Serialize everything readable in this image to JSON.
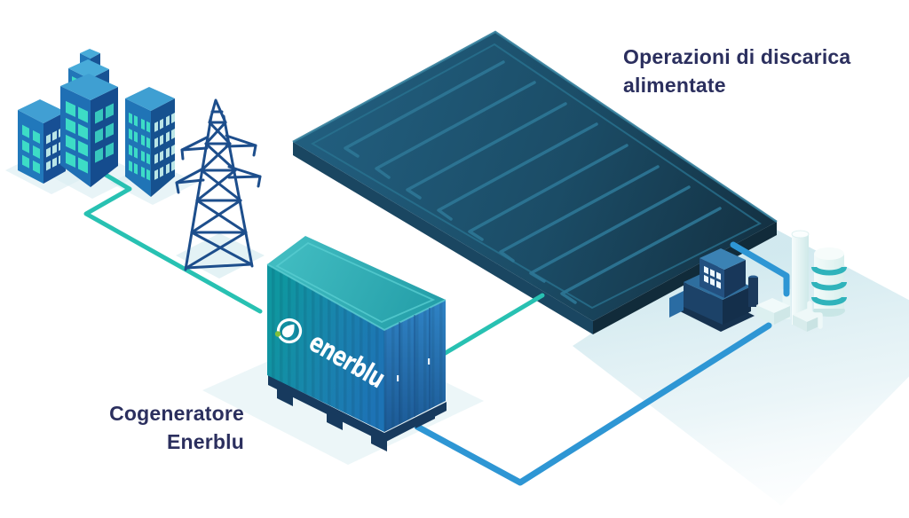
{
  "labels": {
    "landfill_operations": "Operazioni di discarica alimentate",
    "cogenerator": "Cogeneratore Enerblu"
  },
  "container": {
    "brand": "enerblu"
  },
  "colors": {
    "text_navy": "#2b2f5e",
    "line_teal": "#28c1b2",
    "line_blue": "#2e96d4",
    "landfill_dark": "#1d4c66",
    "landfill_groove": "#2e7796",
    "container_teal": "#0f96a0",
    "container_blue": "#1d73b5",
    "container_top": "#35b0b8",
    "building_blue": "#2178bb",
    "window_teal": "#3ddcc6",
    "pylon_blue": "#1d4e8c",
    "tank_stripe": "#2fb3bb",
    "logo_green": "#7fbf3f",
    "shadow_tint": "#d9edf2"
  },
  "icons": {
    "city": "city-buildings-icon",
    "pylon": "transmission-tower-icon",
    "landfill": "landfill-panel-icon",
    "cogenerator": "enerblu-container-icon",
    "logo": "enerblu-flame-icon",
    "engine": "gas-engine-icon",
    "chimney": "chimney-icon",
    "tank": "storage-tank-icon"
  }
}
